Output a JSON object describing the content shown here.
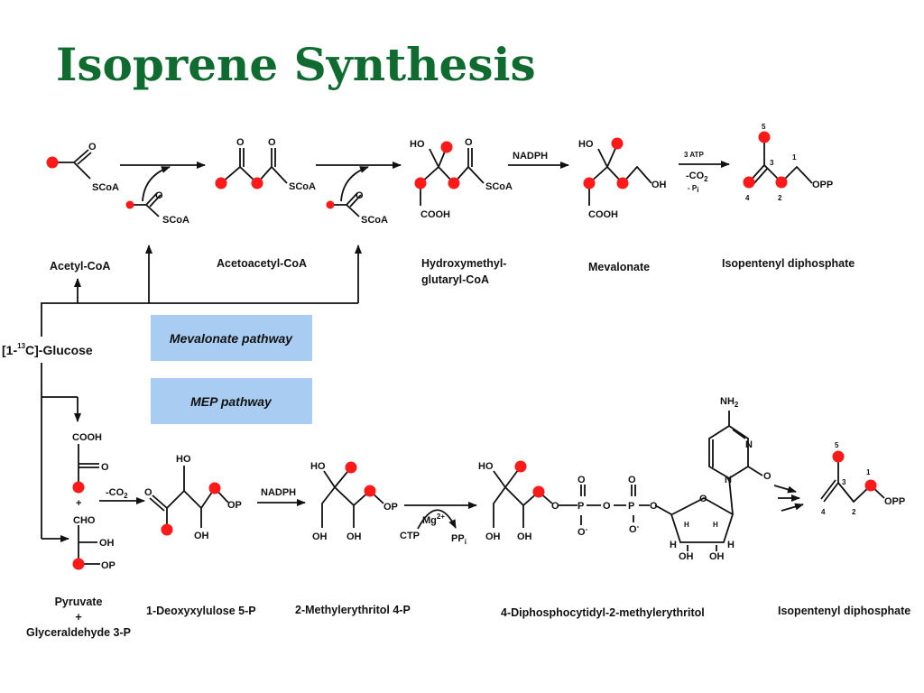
{
  "title": "Isoprene Synthesis",
  "glucose": {
    "pre": "[1-",
    "sup": "13",
    "post": "C]-Glucose"
  },
  "pathways": {
    "mevalonate": "Mevalonate pathway",
    "mep": "MEP pathway"
  },
  "mevalonate_row": {
    "compounds": [
      "Acetyl-CoA",
      "Acetoacetyl-CoA",
      "Hydroxymethyl-",
      "glutaryl-CoA",
      "Mevalonate",
      "Isopentenyl diphosphate"
    ],
    "reagents": {
      "nadph": "NADPH",
      "atp": "3 ATP",
      "co2": "-CO",
      "co2_sub": "2",
      "pi": "- P",
      "pi_sub": "i"
    }
  },
  "mep_row": {
    "compounds": [
      "Pyruvate",
      "+",
      "Glyceraldehyde 3-P",
      "1-Deoxyxylulose 5-P",
      "2-Methylerythritol 4-P",
      "4-Diphosphocytidyl-2-methylerythritol",
      "Isopentenyl diphosphate"
    ],
    "reagents": {
      "co2": "-CO",
      "co2_sub": "2",
      "nadph": "NADPH",
      "mg": "Mg",
      "mg_sup": "2+",
      "ctp": "CTP",
      "ppi": "PP",
      "ppi_sub": "i"
    }
  },
  "atoms": {
    "o": "O",
    "oh": "OH",
    "ho": "HO",
    "scoa": "SCoA",
    "cooh": "COOH",
    "opp": "OPP",
    "op": "OP",
    "cho": "CHO",
    "p": "P",
    "h": "H",
    "nh": "NH",
    "nh_sub": "2",
    "n": "N",
    "minus": "-",
    "plus": "+",
    "num1": "1",
    "num2": "2",
    "num3": "3",
    "num4": "4",
    "num5": "5"
  },
  "colors": {
    "title": "#0f6b30",
    "label_dot": "#ff1a1a",
    "pathway_box": "#a9cdf2"
  }
}
